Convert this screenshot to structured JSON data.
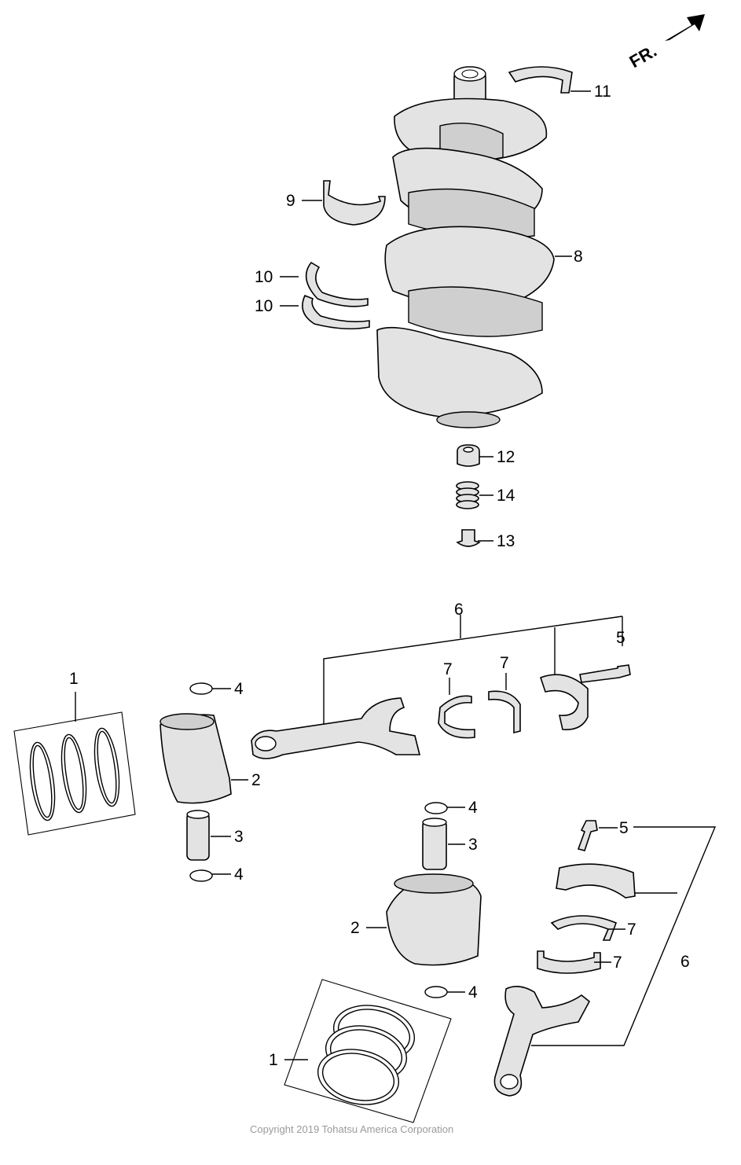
{
  "direction_marker": {
    "label": "FR.",
    "icon": "arrow-icon"
  },
  "callouts": {
    "upper": {
      "crank_thrust_upper": "11",
      "crank_bearing_upper": "9",
      "crankshaft": "8",
      "thrust_washer_a": "10",
      "thrust_washer_b": "10",
      "pilot_bushing": "12",
      "spring": "14",
      "plug": "13"
    },
    "lower_left": {
      "rings": "1",
      "piston": "2",
      "pin": "3",
      "clip_top": "4",
      "clip_bottom": "4",
      "rod_assy": "6",
      "rod_bolt": "5",
      "bearing_a": "7",
      "bearing_b": "7"
    },
    "lower_right": {
      "clip_top": "4",
      "pin": "3",
      "piston": "2",
      "clip_bottom": "4",
      "rings": "1",
      "rod_bolt": "5",
      "bearing_a": "7",
      "bearing_b": "7",
      "rod_assy": "6"
    }
  },
  "copyright": "Copyright 2019 Tohatsu America Corporation"
}
